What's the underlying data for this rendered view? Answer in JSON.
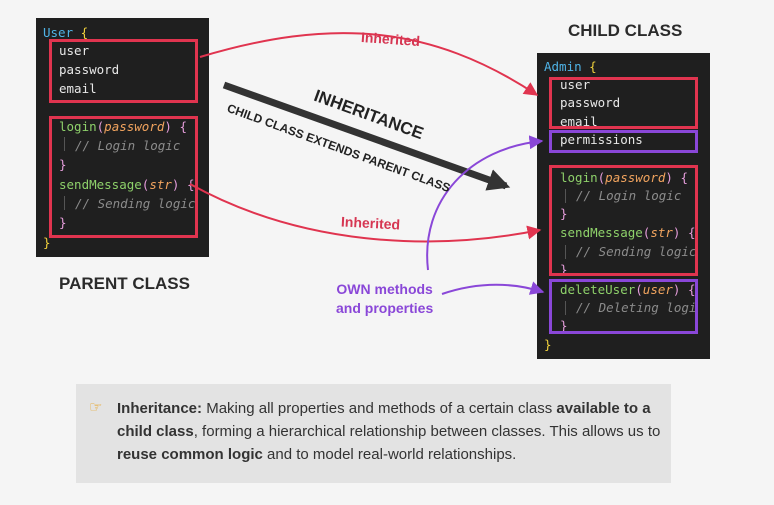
{
  "parent": {
    "class_name": "User",
    "open_brace": "{",
    "close_brace": "}",
    "props": [
      "user",
      "password",
      "email"
    ],
    "login": {
      "name": "login",
      "arg": "password",
      "comment": "// Login logic"
    },
    "send": {
      "name": "sendMessage",
      "arg": "str",
      "comment": "// Sending logic"
    },
    "label": "PARENT CLASS"
  },
  "child": {
    "class_name": "Admin",
    "open_brace": "{",
    "close_brace": "}",
    "props": [
      "user",
      "password",
      "email"
    ],
    "own_prop": "permissions",
    "login": {
      "name": "login",
      "arg": "password",
      "comment": "// Login logic"
    },
    "send": {
      "name": "sendMessage",
      "arg": "str",
      "comment": "// Sending logic"
    },
    "delete": {
      "name": "deleteUser",
      "arg": "user",
      "comment": "// Deleting logic"
    },
    "label": "CHILD CLASS"
  },
  "arrows": {
    "inherited_top": "Inherited",
    "inherited_bottom": "Inherited",
    "inheritance_title": "INHERITANCE",
    "inheritance_sub": "CHILD CLASS EXTENDS PARENT CLASS",
    "own_label_line1": "OWN methods",
    "own_label_line2": "and properties"
  },
  "note": {
    "icon": "pointing-hand-icon",
    "bold1": "Inheritance:",
    "t1": " Making all properties and methods of a certain class ",
    "bold2": "available to a child class",
    "t2": ", forming a hierarchical relationship between classes. This allows us to ",
    "bold3": "reuse common logic",
    "t3": " and to model real-world relationships."
  },
  "colors": {
    "inherited": "#e0344f",
    "own": "#8a47d8",
    "background": "#f5f5f5",
    "code_bg": "#1f1f1f"
  }
}
